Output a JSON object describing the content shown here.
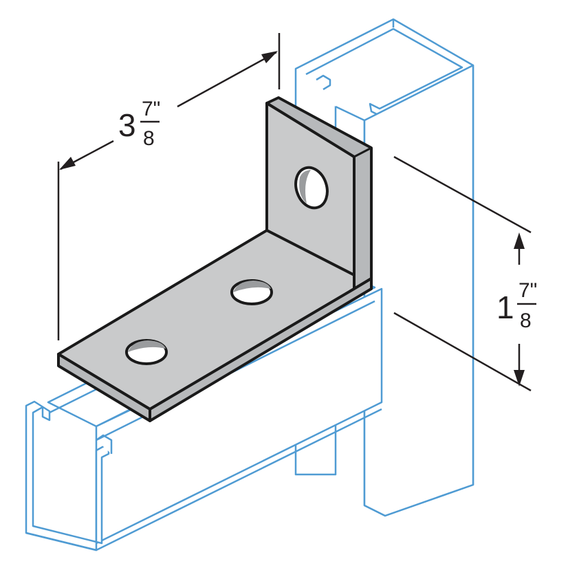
{
  "dimensions": {
    "width": {
      "whole": "3",
      "numerator": "7\"",
      "denominator": "8"
    },
    "height": {
      "whole": "1",
      "numerator": "7\"",
      "denominator": "8"
    }
  },
  "colors": {
    "channel_stroke": "#4f9bd3",
    "channel_fill": "#ffffff",
    "bracket_fill": "#c9cacb",
    "bracket_shade": "#b7b9bb",
    "bracket_stroke": "#1a1a1a",
    "dimension_line": "#231f20",
    "background": "#ffffff"
  }
}
